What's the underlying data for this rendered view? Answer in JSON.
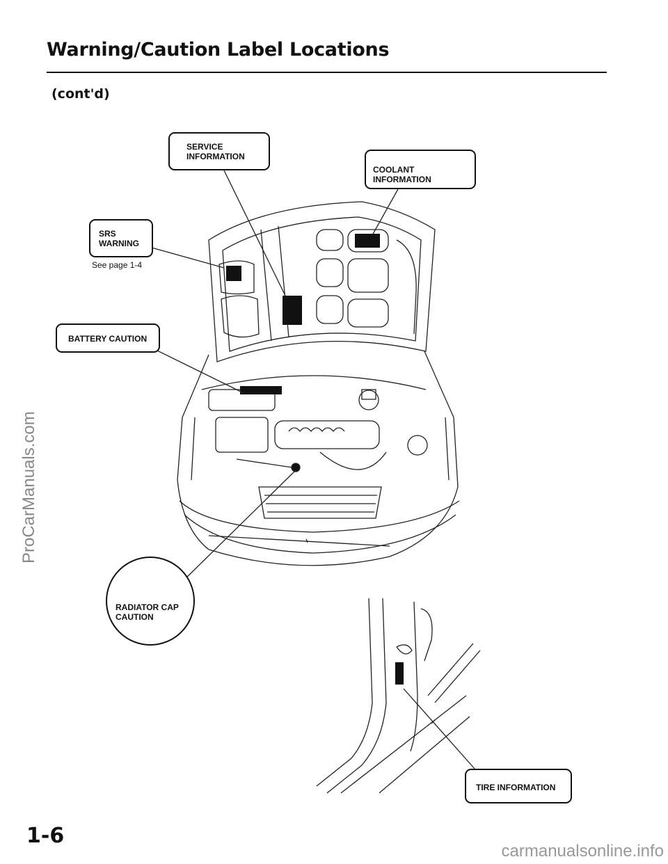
{
  "header": {
    "title": "Warning/Caution Label Locations",
    "subtitle": "(cont'd)"
  },
  "labels": {
    "service_line1": "SERVICE",
    "service_line2": "INFORMATION",
    "coolant": "COOLANT INFORMATION",
    "srs_line1": "SRS",
    "srs_line2": "WARNING",
    "srs_see": "See page 1-4",
    "battery": "BATTERY CAUTION",
    "radiator_line1": "RADIATOR CAP",
    "radiator_line2": "CAUTION",
    "tire": "TIRE INFORMATION"
  },
  "footer": {
    "page_number": "1-6"
  },
  "watermarks": {
    "side": "ProCarManuals.com",
    "bottom": "carmanualsonline.info"
  }
}
